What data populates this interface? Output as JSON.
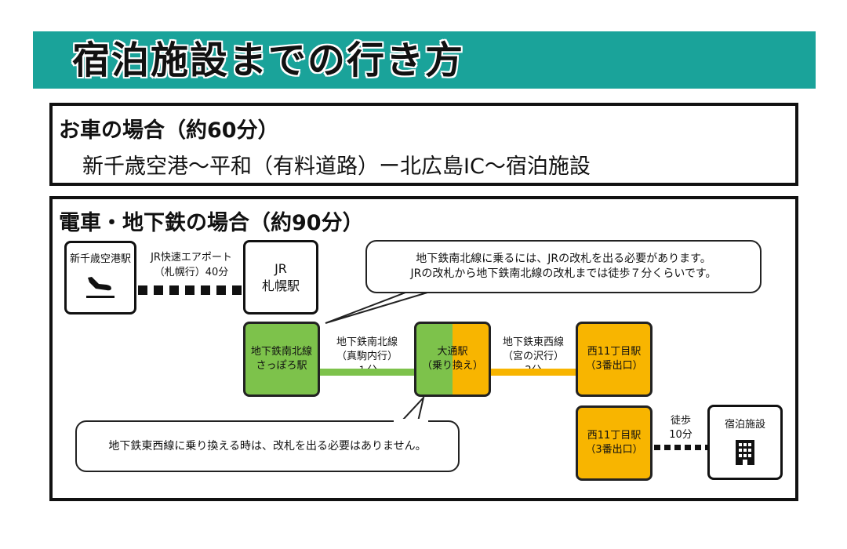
{
  "title": "宿泊施設までの行き方",
  "car": {
    "heading": "お車の場合（約60分）",
    "route": "新千歳空港～平和（有料道路）ー北広島IC～宿泊施設"
  },
  "train": {
    "heading": "電車・地下鉄の場合（約90分）",
    "airport": "新千歳空港駅",
    "jr_line": [
      "JR快速エアポート",
      "（札幌行）40分"
    ],
    "jr_station": [
      "JR",
      "札幌駅"
    ],
    "bubble_top": [
      "地下鉄南北線に乗るには、JRの改札を出る必要があります。",
      "JRの改札から地下鉄南北線の改札までは徒歩７分くらいです。"
    ],
    "sapporo_subway": [
      "地下鉄南北線",
      "さっぽろ駅"
    ],
    "namboku_line": [
      "地下鉄南北線",
      "（真駒内行）",
      "１分"
    ],
    "odori": [
      "大通駅",
      "（乗り換え）"
    ],
    "tozai_line": [
      "地下鉄東西線",
      "（宮の沢行）",
      "2分"
    ],
    "nishi11_a": [
      "西11丁目駅",
      "（3番出口）"
    ],
    "bubble_bottom": "地下鉄東西線に乗り換える時は、改札を出る必要はありません。",
    "nishi11_b": [
      "西11丁目駅",
      "（3番出口）"
    ],
    "walk": [
      "徒歩",
      "10分"
    ],
    "hotel": "宿泊施設"
  },
  "colors": {
    "header_teal": "#1aa39a",
    "namboku_green": "#7dc24b",
    "tozai_orange": "#f8b500"
  },
  "icons": [
    "airplane-arrival-icon",
    "building-icon"
  ]
}
